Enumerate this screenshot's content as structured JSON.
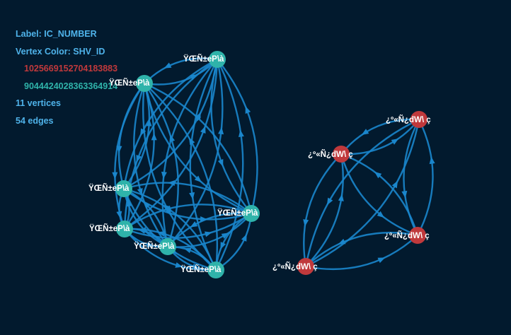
{
  "info": {
    "label_line": "Label: IC_NUMBER",
    "color_line": "Vertex Color: SHV_ID",
    "legend": [
      {
        "text": "1025669152704183883",
        "color": "#c0393c"
      },
      {
        "text": "9044424028363364914",
        "color": "#2fb3aa"
      }
    ],
    "vertex_count": "11 vertices",
    "edge_count": "54 edges"
  },
  "graph": {
    "edge_color": "#1a86cc",
    "nodes": [
      {
        "id": "t1",
        "label": "ŸŒÑ±eP\\à",
        "color": "#2fb3aa"
      },
      {
        "id": "t2",
        "label": "ŸŒÑ±eP\\à",
        "color": "#2fb3aa"
      },
      {
        "id": "t3",
        "label": "ŸŒÑ±eP\\à",
        "color": "#2fb3aa"
      },
      {
        "id": "t4",
        "label": "ŸŒÑ±eP\\à",
        "color": "#2fb3aa"
      },
      {
        "id": "t5",
        "label": "ŸŒÑ±eP\\à",
        "color": "#2fb3aa"
      },
      {
        "id": "t6",
        "label": "ŸŒÑ±eP\\à",
        "color": "#2fb3aa"
      },
      {
        "id": "t7",
        "label": "ŸŒÑ±eP\\à",
        "color": "#2fb3aa"
      },
      {
        "id": "r1",
        "label": "¿º«Ñ¿dW\\ ç",
        "color": "#c0393c"
      },
      {
        "id": "r2",
        "label": "¿º«Ñ¿dW\\ ç",
        "color": "#c0393c"
      },
      {
        "id": "r3",
        "label": "¿º«Ñ¿dW\\ ç",
        "color": "#c0393c"
      },
      {
        "id": "r4",
        "label": "¿º«Ñ¿dW\\ ç",
        "color": "#c0393c"
      }
    ],
    "edges": [
      [
        "t1",
        "t2"
      ],
      [
        "t2",
        "t1"
      ],
      [
        "t1",
        "t3"
      ],
      [
        "t3",
        "t1"
      ],
      [
        "t1",
        "t4"
      ],
      [
        "t4",
        "t1"
      ],
      [
        "t1",
        "t5"
      ],
      [
        "t5",
        "t1"
      ],
      [
        "t1",
        "t6"
      ],
      [
        "t6",
        "t1"
      ],
      [
        "t1",
        "t7"
      ],
      [
        "t7",
        "t1"
      ],
      [
        "t2",
        "t3"
      ],
      [
        "t3",
        "t2"
      ],
      [
        "t2",
        "t4"
      ],
      [
        "t4",
        "t2"
      ],
      [
        "t2",
        "t5"
      ],
      [
        "t5",
        "t2"
      ],
      [
        "t2",
        "t6"
      ],
      [
        "t6",
        "t2"
      ],
      [
        "t2",
        "t7"
      ],
      [
        "t7",
        "t2"
      ],
      [
        "t3",
        "t4"
      ],
      [
        "t4",
        "t3"
      ],
      [
        "t3",
        "t5"
      ],
      [
        "t5",
        "t3"
      ],
      [
        "t3",
        "t6"
      ],
      [
        "t6",
        "t3"
      ],
      [
        "t3",
        "t7"
      ],
      [
        "t7",
        "t3"
      ],
      [
        "t4",
        "t5"
      ],
      [
        "t5",
        "t4"
      ],
      [
        "t4",
        "t6"
      ],
      [
        "t6",
        "t4"
      ],
      [
        "t4",
        "t7"
      ],
      [
        "t7",
        "t4"
      ],
      [
        "t5",
        "t6"
      ],
      [
        "t6",
        "t5"
      ],
      [
        "t5",
        "t7"
      ],
      [
        "t7",
        "t5"
      ],
      [
        "t6",
        "t7"
      ],
      [
        "t7",
        "t6"
      ],
      [
        "r1",
        "r2"
      ],
      [
        "r2",
        "r1"
      ],
      [
        "r1",
        "r3"
      ],
      [
        "r3",
        "r1"
      ],
      [
        "r1",
        "r4"
      ],
      [
        "r4",
        "r1"
      ],
      [
        "r2",
        "r3"
      ],
      [
        "r3",
        "r2"
      ],
      [
        "r2",
        "r4"
      ],
      [
        "r4",
        "r2"
      ],
      [
        "r3",
        "r4"
      ],
      [
        "r4",
        "r3"
      ]
    ]
  }
}
